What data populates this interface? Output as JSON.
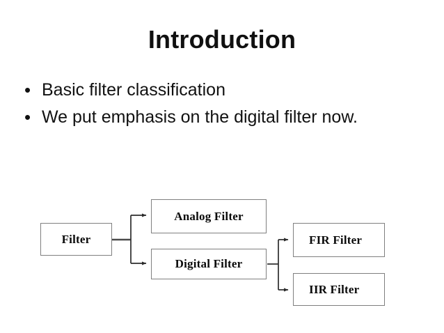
{
  "slide": {
    "title": "Introduction",
    "bullet_marker": "•",
    "bullets": [
      {
        "text": "Basic filter classification"
      },
      {
        "text": "We put emphasis on the digital filter now."
      }
    ]
  },
  "diagram": {
    "type": "flowchart",
    "orientation": "left-to-right",
    "border_color": "#7f7f7f",
    "connector_color": "#2b2b2b",
    "text_color": "#0a0a0a",
    "background": "#ffffff",
    "nodes": [
      {
        "id": "filter",
        "label": "Filter",
        "align": "center"
      },
      {
        "id": "analog_filter",
        "label": "Analog Filter",
        "align": "center"
      },
      {
        "id": "digital_filter",
        "label": "Digital Filter",
        "align": "center"
      },
      {
        "id": "fir_filter",
        "label": "FIR Filter",
        "align": "left"
      },
      {
        "id": "iir_filter",
        "label": "IIR Filter",
        "align": "left"
      }
    ],
    "edges": [
      {
        "from": "filter",
        "to": "analog_filter",
        "arrow": true
      },
      {
        "from": "filter",
        "to": "digital_filter",
        "arrow": true
      },
      {
        "from": "digital_filter",
        "to": "fir_filter",
        "arrow": true
      },
      {
        "from": "digital_filter",
        "to": "iir_filter",
        "arrow": true
      }
    ]
  }
}
